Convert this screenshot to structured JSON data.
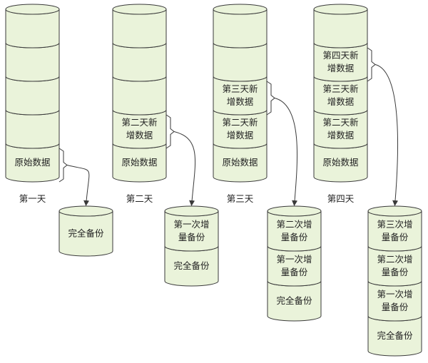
{
  "day_columns": [
    {
      "day_label": "第一天",
      "segments": [
        "",
        "",
        "",
        "",
        "原始数据"
      ],
      "backup_stack": [
        "完全备份"
      ]
    },
    {
      "day_label": "第二天",
      "segments": [
        "",
        "",
        "",
        "第二天新增数据",
        "原始数据"
      ],
      "backup_stack": [
        "第一次增量备份",
        "完全备份"
      ]
    },
    {
      "day_label": "第三天",
      "segments": [
        "",
        "",
        "第三天新增数据",
        "第二天新增数据",
        "原始数据"
      ],
      "backup_stack": [
        "第二次增量备份",
        "第一次增量备份",
        "完全备份"
      ]
    },
    {
      "day_label": "第四天",
      "segments": [
        "",
        "第四天新增数据",
        "第三天新增数据",
        "第二天新增数据",
        "原始数据"
      ],
      "backup_stack": [
        "第三次增量备份",
        "第二次增量备份",
        "第一次增量备份",
        "完全备份"
      ]
    }
  ]
}
